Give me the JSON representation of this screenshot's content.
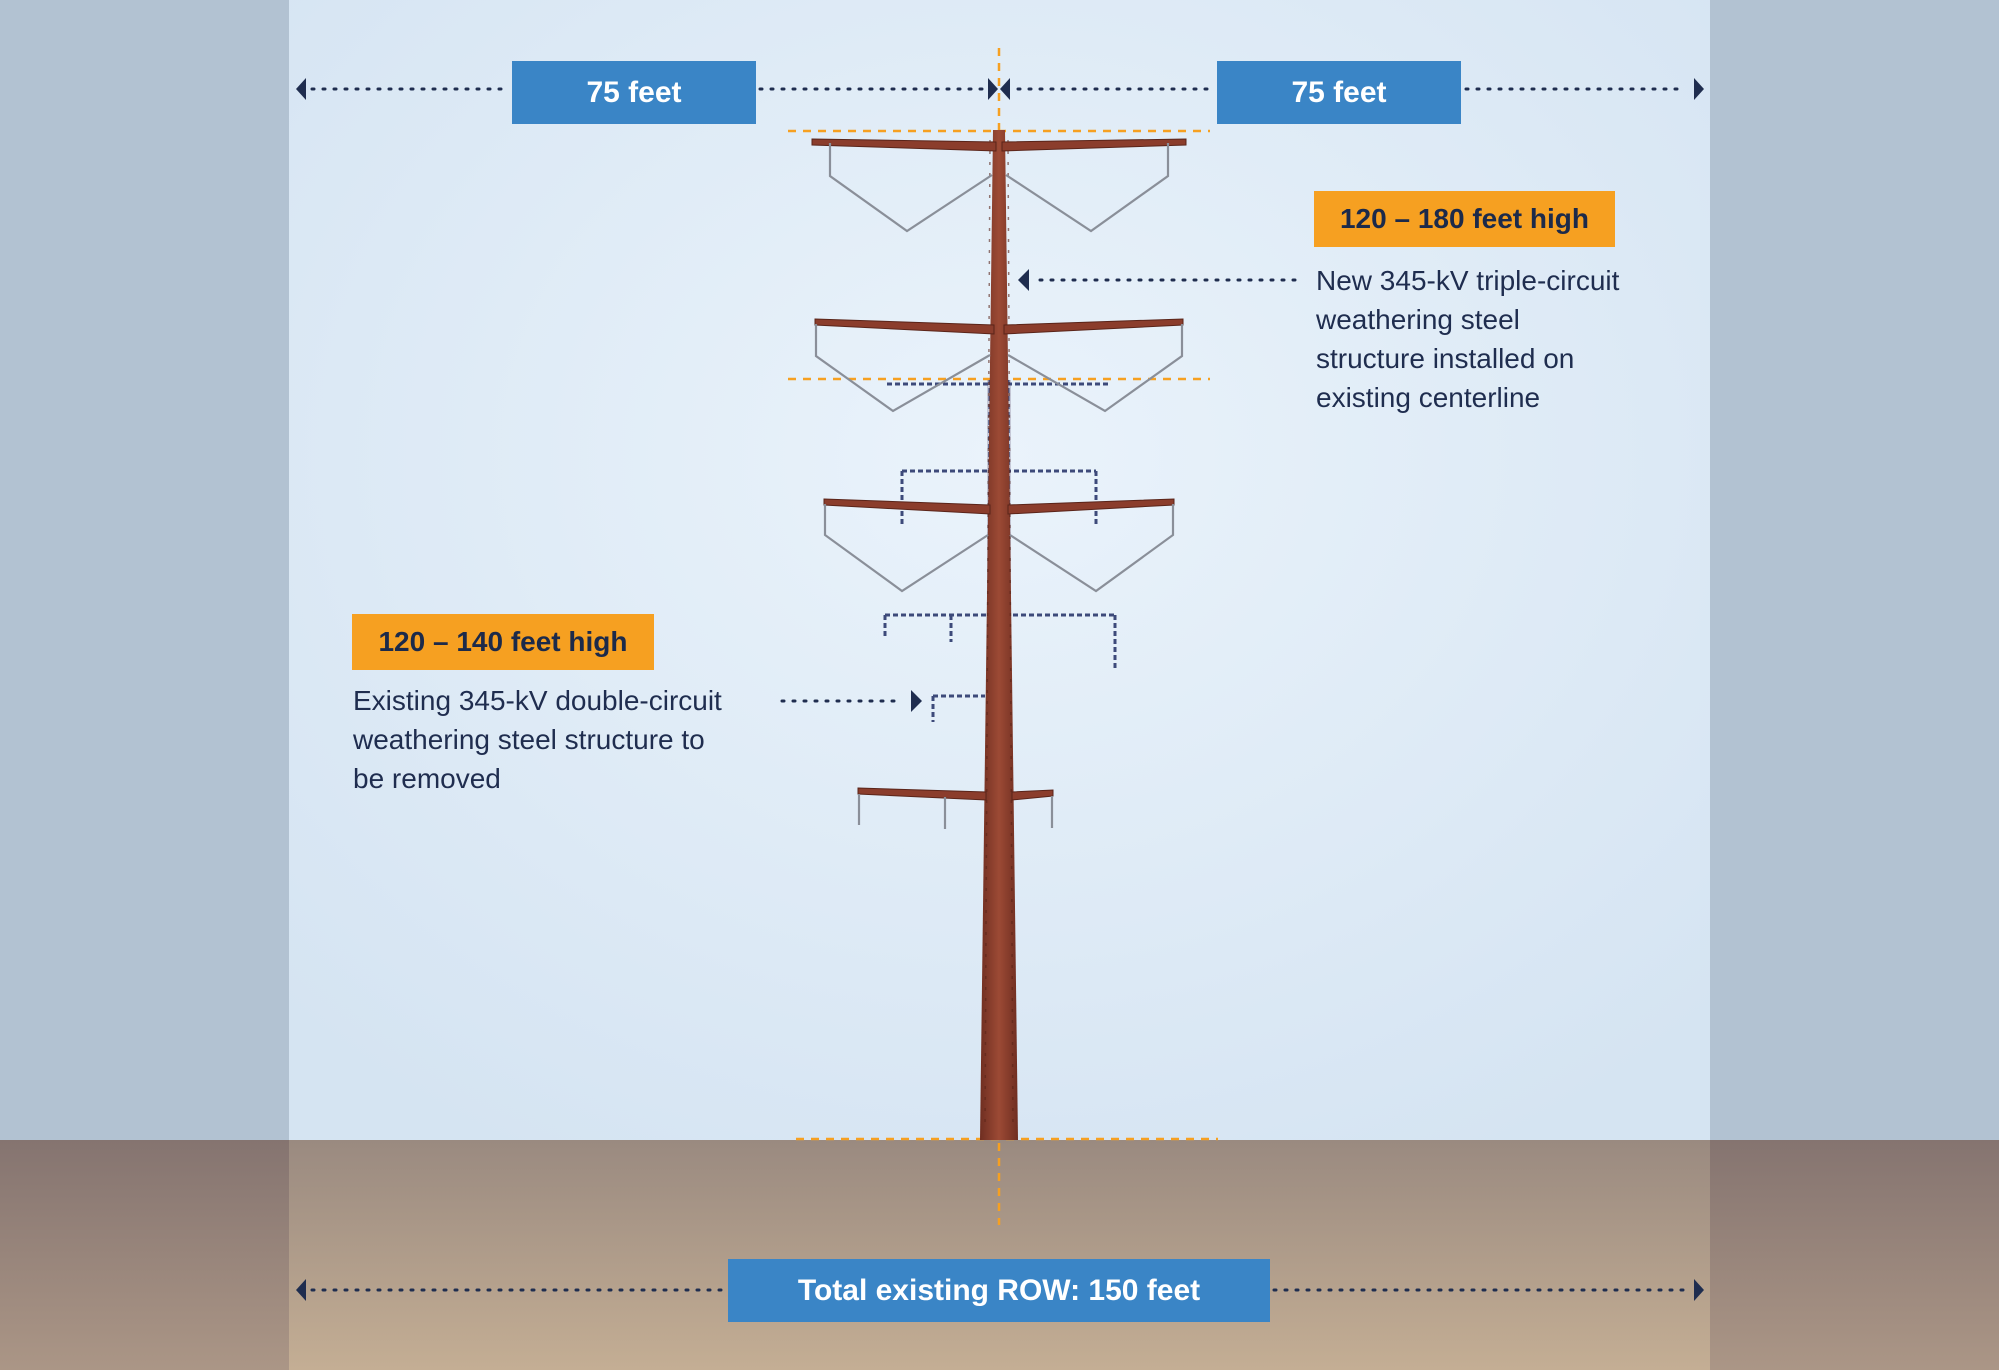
{
  "row_left": {
    "label": "75 feet"
  },
  "row_right": {
    "label": "75 feet"
  },
  "new_structure": {
    "height_label": "120 – 180 feet high",
    "description": "New 345-kV triple-circuit\nweathering steel\nstructure installed on\nexisting centerline"
  },
  "existing_structure": {
    "height_label": "120 – 140 feet high",
    "description": "Existing 345-kV double-circuit\nweathering steel  structure to\nbe removed"
  },
  "total_row": {
    "label": "Total existing ROW: 150 feet"
  },
  "colors": {
    "sky": "#dde9f4",
    "side_panel": "#b2c2d2",
    "ground_top": "#9a8a80",
    "ground_bottom": "#c4ae94",
    "label_blue": "#3a85c6",
    "label_orange": "#f6a021",
    "pole": "#8b3d2c",
    "guide_orange": "#f6a021",
    "text_navy": "#1f2d4f"
  }
}
